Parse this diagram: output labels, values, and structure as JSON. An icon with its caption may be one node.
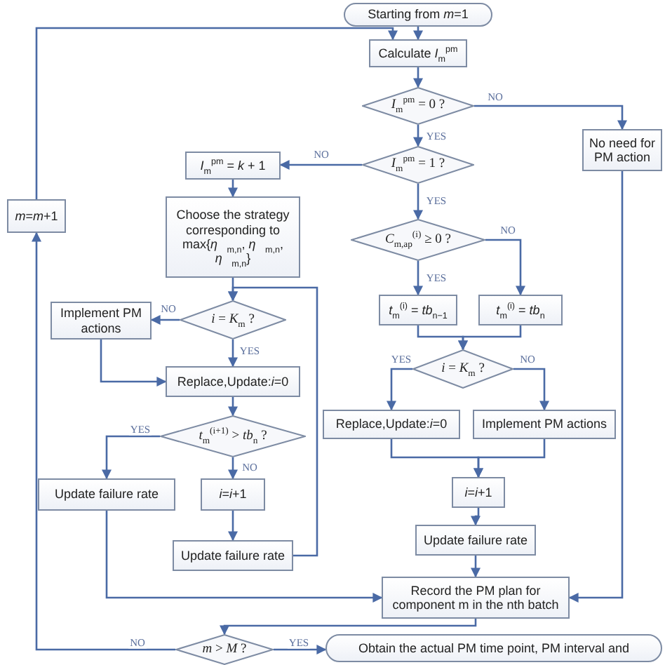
{
  "diagram": {
    "nodes": [
      {
        "text": [
          "Starting from *m*=1"
        ]
      },
      {
        "text": [
          "Calculate *I*$_{m}$$^{pm}$"
        ]
      },
      {
        "text": [
          "*I*$_{m}$$^{pm}$ = 0 ?"
        ]
      },
      {
        "text": [
          "No need for PM action"
        ]
      },
      {
        "text": [
          "*I*$_{m}$$^{pm}$ = 1 ?"
        ]
      },
      {
        "text": [
          "*I*$_{m}$$^{pm}$ = *k* + 1"
        ]
      },
      {
        "text": [
          "Choose the strategy corresponding to max{*η⃗*$_{m,n}$, *η⃗*$_{m,n}$, *η⃗*$_{m,n}$}"
        ]
      },
      {
        "text": [
          "*C*$_{m,ap}$$^{(i)}$ ≥ 0 ?"
        ]
      },
      {
        "text": [
          "*t*$_{m}$$^{(i)}$ = *tb*$_{n−1}$"
        ]
      },
      {
        "text": [
          "*t*$_{m}$$^{(i)}$ = *tb*$_{n}$"
        ]
      },
      {
        "text": [
          "*i* = *K*$_{m}$ ?"
        ]
      },
      {
        "text": [
          "Implement PM actions"
        ]
      },
      {
        "text": [
          "Replace,Update:*i*=0"
        ]
      },
      {
        "text": [
          "*t*$_{m}$$^{(i+1)}$ > *tb*$_{n}$ ?"
        ]
      },
      {
        "text": [
          "Update failure rate"
        ]
      },
      {
        "text": [
          "*i*=*i*+1"
        ]
      },
      {
        "text": [
          "Update failure rate"
        ]
      },
      {
        "text": [
          "*i* = *K*$_{m}$ ?"
        ]
      },
      {
        "text": [
          "Replace,Update:*i*=0"
        ]
      },
      {
        "text": [
          "Implement PM actions"
        ]
      },
      {
        "text": [
          "*i*=*i*+1"
        ]
      },
      {
        "text": [
          "Update failure rate"
        ]
      },
      {
        "text": [
          "Record the PM plan for component m in the nth batch"
        ]
      },
      {
        "text": [
          "*m*=*m*+1"
        ]
      },
      {
        "text": [
          "*m* > *M* ?"
        ]
      },
      {
        "text": [
          "Obtain the actual PM time point, PM interval and"
        ]
      }
    ],
    "edges": [
      {
        "from": 0,
        "to": 1,
        "arrow": "to"
      },
      {
        "from": 1,
        "to": 2,
        "arrow": "to"
      },
      {
        "from": 2,
        "to": 3,
        "arrow": "to",
        "label": "NO"
      },
      {
        "from": 2,
        "to": 4,
        "arrow": "to",
        "label": "YES"
      },
      {
        "from": 4,
        "to": 5,
        "arrow": "to",
        "label": "NO"
      },
      {
        "from": 4,
        "to": 7,
        "arrow": "to",
        "label": "YES"
      },
      {
        "from": 5,
        "to": 6,
        "arrow": "to"
      },
      {
        "from": 6,
        "to": 10,
        "arrow": "to"
      },
      {
        "from": 10,
        "to": 11,
        "arrow": "to",
        "label": "NO"
      },
      {
        "from": 10,
        "to": 12,
        "arrow": "to",
        "label": "YES"
      },
      {
        "from": 11,
        "to": 12,
        "arrow": "to"
      },
      {
        "from": 12,
        "to": 13,
        "arrow": "to"
      },
      {
        "from": 13,
        "to": 14,
        "arrow": "to",
        "label": "YES"
      },
      {
        "from": 13,
        "to": 15,
        "arrow": "to",
        "label": "NO"
      },
      {
        "from": 15,
        "to": 16,
        "arrow": "to"
      },
      {
        "from": 16,
        "to": 10,
        "arrow": "to"
      },
      {
        "from": 14,
        "to": 22,
        "arrow": "to"
      },
      {
        "from": 7,
        "to": 8,
        "arrow": "to",
        "label": "YES"
      },
      {
        "from": 7,
        "to": 9,
        "arrow": "to",
        "label": "NO"
      },
      {
        "from": 8,
        "to": 17,
        "arrow": "to"
      },
      {
        "from": 9,
        "to": 17,
        "arrow": "to"
      },
      {
        "from": 17,
        "to": 18,
        "arrow": "to",
        "label": "YES"
      },
      {
        "from": 17,
        "to": 19,
        "arrow": "to",
        "label": "NO"
      },
      {
        "from": 18,
        "to": 20,
        "arrow": "to"
      },
      {
        "from": 19,
        "to": 20,
        "arrow": "to"
      },
      {
        "from": 20,
        "to": 21,
        "arrow": "to"
      },
      {
        "from": 21,
        "to": 22,
        "arrow": "to"
      },
      {
        "from": 3,
        "to": 22,
        "arrow": "to"
      },
      {
        "from": 22,
        "to": 24,
        "arrow": "to"
      },
      {
        "from": 24,
        "to": 23,
        "arrow": "to",
        "label": "NO"
      },
      {
        "from": 23,
        "to": 1,
        "arrow": "to"
      },
      {
        "from": 24,
        "to": 25,
        "arrow": "to",
        "label": "YES"
      }
    ]
  }
}
